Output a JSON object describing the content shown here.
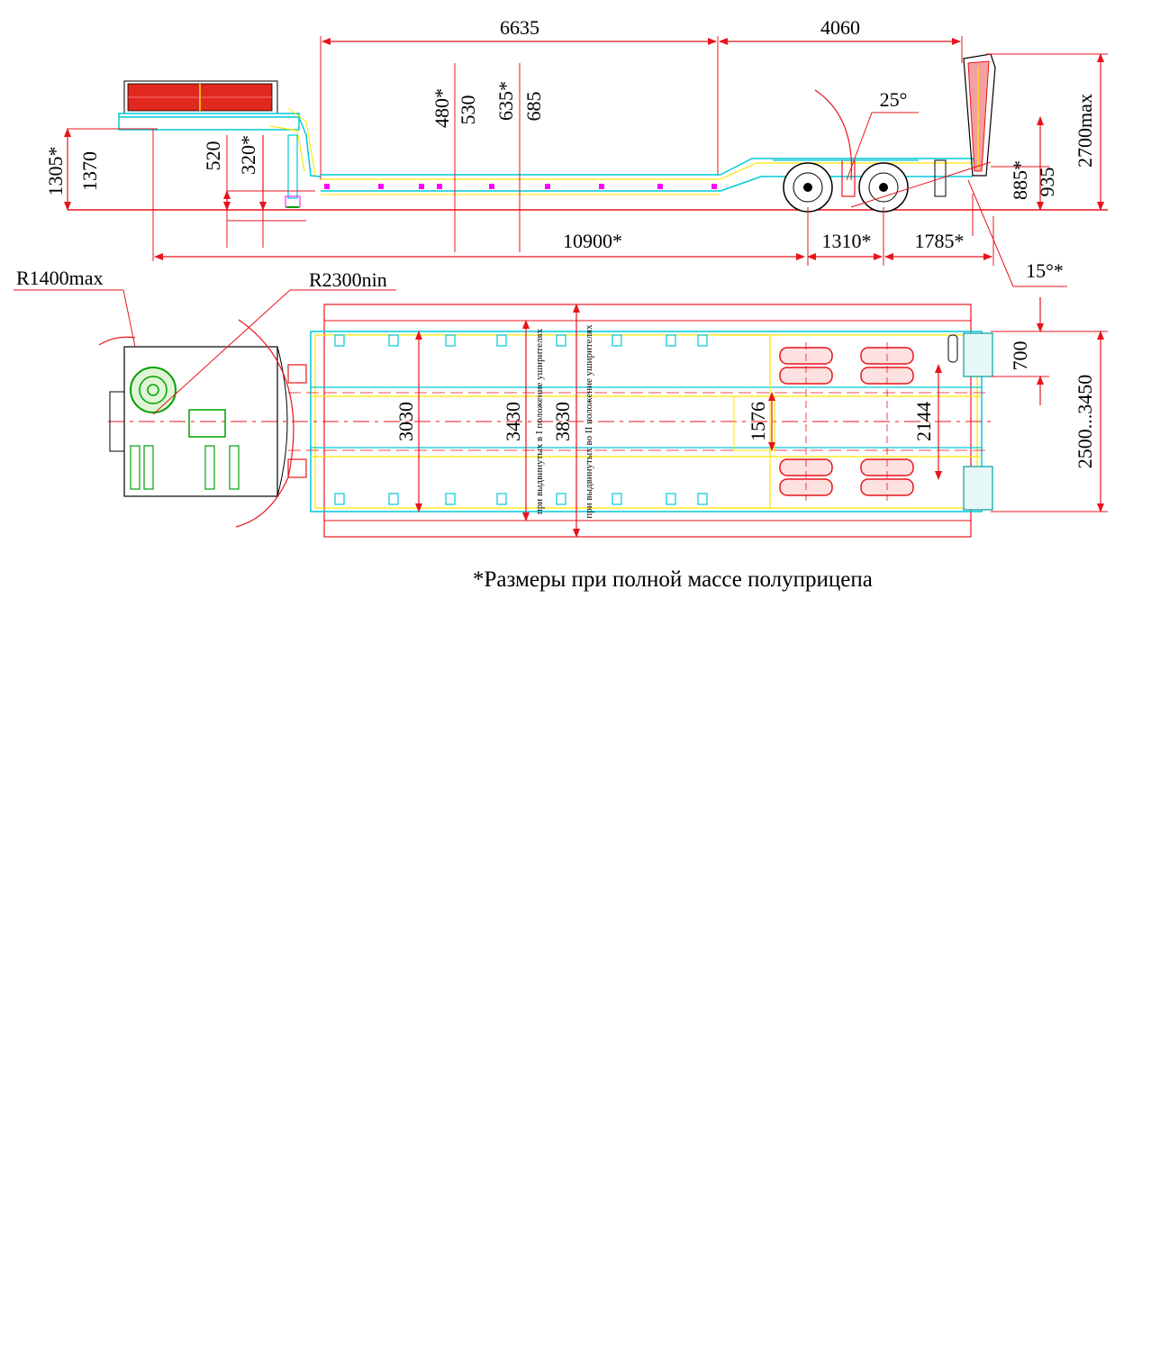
{
  "side_view": {
    "dims": {
      "d6635": "6635",
      "d4060": "4060",
      "d2700": "2700max",
      "d25": "25°",
      "d480": "480*",
      "d530": "530",
      "d635": "635*",
      "d685": "685",
      "d1305": "1305*",
      "d1370": "1370",
      "d520": "520",
      "d320": "320*",
      "d885": "885*",
      "d935": "935",
      "d10900": "10900*",
      "d1310": "1310*",
      "d1785": "1785*",
      "d15": "15°*"
    }
  },
  "top_view": {
    "dims": {
      "r1400": "R1400max",
      "r2300": "R2300nin",
      "d3030": "3030",
      "d3430": "3430",
      "d3830": "3830",
      "d1576": "1576",
      "d2144": "2144",
      "d700": "700",
      "d2500": "2500...3450"
    },
    "notes": {
      "pos1": "при выдвинутых в I положение уширителях",
      "pos2": "при выдвинутых во II положение уширителях"
    }
  },
  "footnote": "*Размеры при полной массе полуприцепа",
  "colors": {
    "dimension": "#e8141c",
    "frame": "#00c8d8",
    "deck": "#ffe600",
    "outline": "#000000",
    "accent": "#ff00ff",
    "wheel_fill": "#ff3333"
  }
}
